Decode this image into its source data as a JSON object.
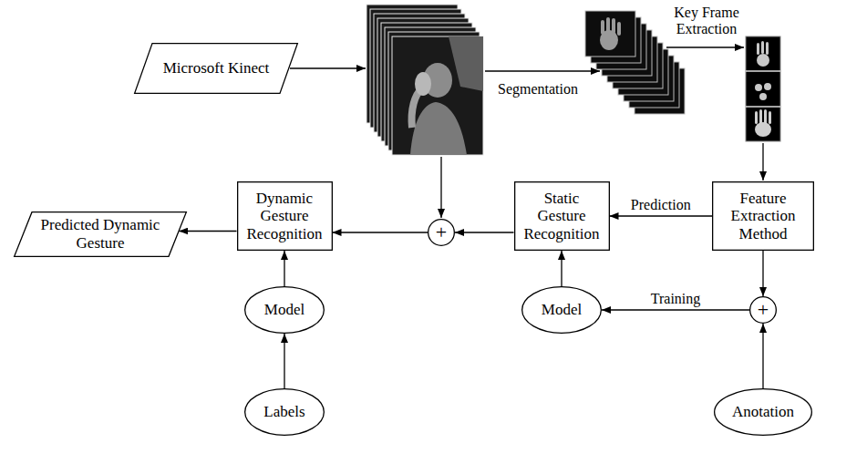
{
  "diagram": {
    "nodes": [
      {
        "text": [
          "Microsoft Kinect"
        ]
      },
      {
        "text": [
          "Predicted Dynamic Gesture"
        ]
      },
      {
        "text": [
          "Dynamic Gesture Recognition"
        ]
      },
      {
        "text": [
          "+"
        ]
      },
      {
        "text": [
          "Static Gesture Recognition"
        ]
      },
      {
        "text": [
          "Feature Extraction Method"
        ]
      },
      {
        "text": [
          "Model"
        ]
      },
      {
        "text": [
          "Model"
        ]
      },
      {
        "text": [
          "+"
        ]
      },
      {
        "text": [
          "Labels"
        ]
      },
      {
        "text": [
          "Anotation"
        ]
      }
    ],
    "edges": [
      {
        "from": 2,
        "to": 1,
        "arrow": "to"
      },
      {
        "from": 3,
        "to": 2,
        "arrow": "to"
      },
      {
        "from": 4,
        "to": 3,
        "arrow": "to"
      },
      {
        "from": 5,
        "to": 4,
        "label": "Prediction",
        "arrow": "to"
      },
      {
        "from": 5,
        "to": 8,
        "arrow": "to"
      },
      {
        "from": 10,
        "to": 8,
        "arrow": "to"
      },
      {
        "from": 8,
        "to": 7,
        "label": "Training",
        "arrow": "to"
      },
      {
        "from": 7,
        "to": 4,
        "arrow": "to"
      },
      {
        "from": 6,
        "to": 2,
        "arrow": "to"
      },
      {
        "from": 9,
        "to": 6,
        "arrow": "to"
      }
    ],
    "labels": [
      "Segmentation",
      "Key Frame Extraction"
    ]
  }
}
